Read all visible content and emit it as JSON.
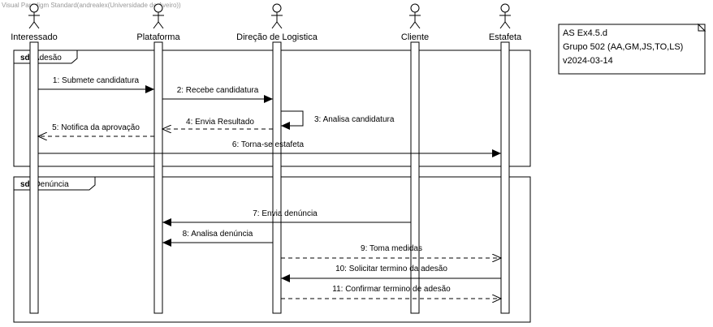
{
  "watermark": "Visual Paradigm Standard(andrealex(Universidade de Aveiro))",
  "actors": [
    {
      "id": "interessado",
      "name": "Interessado"
    },
    {
      "id": "plataforma",
      "name": "Plataforma"
    },
    {
      "id": "direcao",
      "name": "Direção de Logistica"
    },
    {
      "id": "cliente",
      "name": "Cliente"
    },
    {
      "id": "estafeta",
      "name": "Estafeta"
    }
  ],
  "frames": [
    {
      "keyword": "sd",
      "name": "Adesão"
    },
    {
      "keyword": "sd",
      "name": "Denúncia"
    }
  ],
  "messages": [
    {
      "label": "1: Submete candidatura",
      "from": "interessado",
      "to": "plataforma",
      "style": "sync"
    },
    {
      "label": "2: Recebe candidatura",
      "from": "plataforma",
      "to": "direcao",
      "style": "sync"
    },
    {
      "label": "3: Analisa candidatura",
      "from": "direcao",
      "to": "direcao",
      "style": "self"
    },
    {
      "label": "4: Envia Resultado",
      "from": "direcao",
      "to": "plataforma",
      "style": "return"
    },
    {
      "label": "5: Notifica da aprovação",
      "from": "plataforma",
      "to": "interessado",
      "style": "return"
    },
    {
      "label": "6: Torna-se estafeta",
      "from": "interessado",
      "to": "estafeta",
      "style": "sync"
    },
    {
      "label": "7: Envia denúncia",
      "from": "cliente",
      "to": "plataforma",
      "style": "sync"
    },
    {
      "label": "8: Analisa denúncia",
      "from": "direcao",
      "to": "plataforma",
      "style": "sync"
    },
    {
      "label": "9: Toma medidas",
      "from": "direcao",
      "to": "estafeta",
      "style": "return"
    },
    {
      "label": "10: Solicitar termino da adesão",
      "from": "estafeta",
      "to": "direcao",
      "style": "sync"
    },
    {
      "label": "11: Confirmar termino de adesão",
      "from": "direcao",
      "to": "estafeta",
      "style": "return"
    }
  ],
  "note": {
    "lines": [
      "AS Ex4.5.d",
      "Grupo 502 (AA,GM,JS,TO,LS)",
      "v2024-03-14"
    ]
  }
}
